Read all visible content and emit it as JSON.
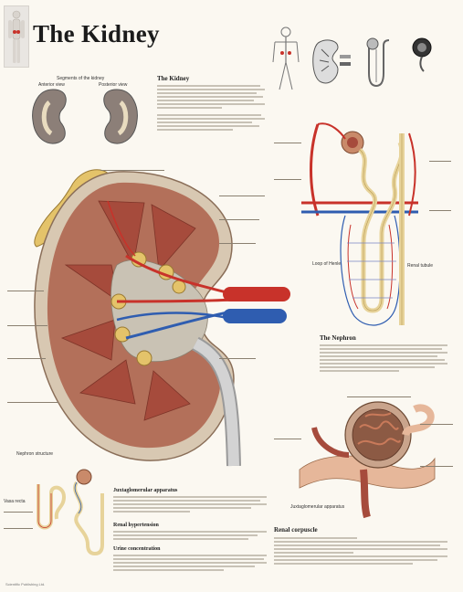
{
  "poster": {
    "title": "The Kidney",
    "footer": "Scientific Publishing Ltd."
  },
  "sections": {
    "intro_heading": "The Kidney",
    "nephron_heading": "The Nephron",
    "corpuscle_heading": "Renal corpuscle",
    "small_kidneys_heading": "Segments of the kidney",
    "small_kidney_left": "Anterior view",
    "small_kidney_right": "Posterior view",
    "nephron_label": "Loop of Henle",
    "collecting_label": "Renal tubule",
    "tubule_heading_1": "Juxtaglomerular apparatus",
    "tubule_heading_2": "Renal hypertension",
    "tubule_heading_3": "Urine concentration",
    "nephron_small_label": "Nephron structure",
    "corpuscle_label": "Juxtaglomerular apparatus",
    "capillary_label": "Vasa recta"
  },
  "colors": {
    "artery": "#c8322a",
    "vein": "#2f5db0",
    "cortex": "#b3705a",
    "medulla": "#a64b3c",
    "capsule": "#d8c8b2",
    "ureter": "#c9c9c9",
    "tubule": "#e7d39a",
    "background": "#fbf8f1"
  }
}
